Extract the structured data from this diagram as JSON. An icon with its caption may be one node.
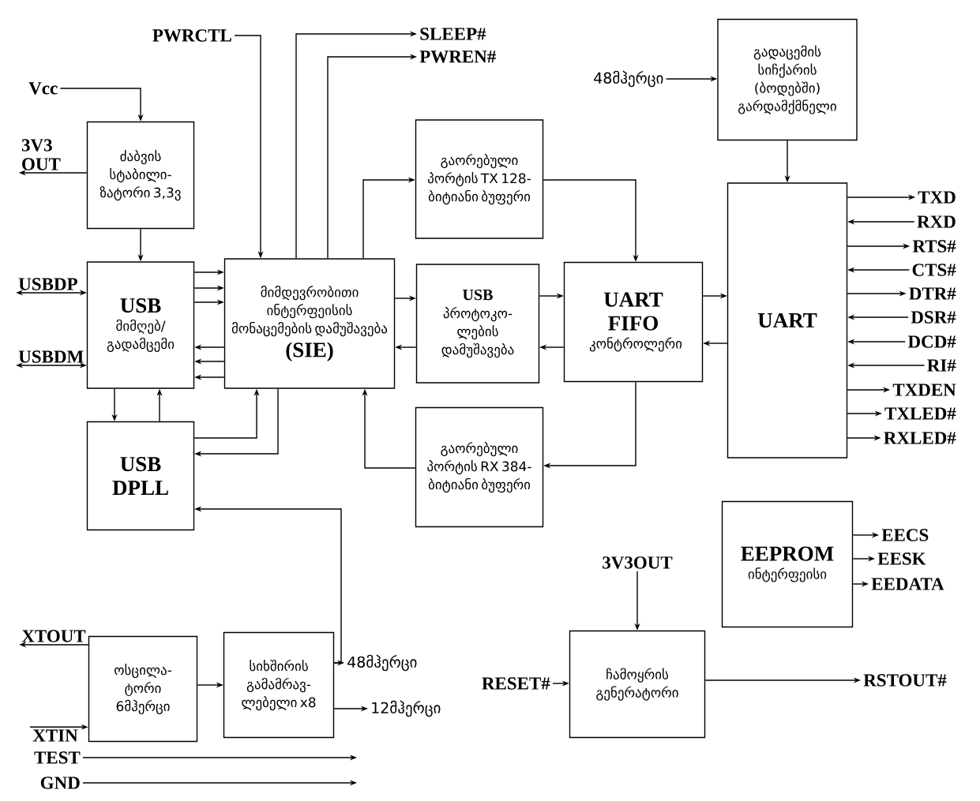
{
  "diagram": {
    "nodes": [
      {
        "text": [
          "PWRCTL"
        ]
      },
      {
        "text": [
          "SLEEP#"
        ]
      },
      {
        "text": [
          "PWREN#"
        ]
      },
      {
        "text": [
          "გადაცემის სიჩქარის (ბოდებში) გარდამქმნელი"
        ]
      },
      {
        "text": [
          "48მჰერცი"
        ]
      },
      {
        "text": [
          "Vcc"
        ]
      },
      {
        "text": [
          "3V3 OUT"
        ]
      },
      {
        "text": [
          "ძაბვის სტაბილი- ზატორი 3,3ვ"
        ]
      },
      {
        "text": [
          "გაორებული პორტის TX 128-ბიტიანი ბუფერი"
        ]
      },
      {
        "text": [
          "UART"
        ]
      },
      {
        "text": [
          "TXD"
        ]
      },
      {
        "text": [
          "RXD"
        ]
      },
      {
        "text": [
          "RTS#"
        ]
      },
      {
        "text": [
          "USB",
          "მიმღებ/ გადამცემი"
        ]
      },
      {
        "text": [
          "მიმდევრობითი ინტერფეისის მონაცემების დამუშავება",
          "(SIE)"
        ]
      },
      {
        "text": [
          "USB",
          "პროტოკო- ლების დამუშავება"
        ]
      },
      {
        "text": [
          "UART FIFO",
          "კონტროლერი"
        ]
      },
      {
        "text": [
          "CTS#"
        ]
      },
      {
        "text": [
          "DTR#"
        ]
      },
      {
        "text": [
          "DSR#"
        ]
      },
      {
        "text": [
          "DCD#"
        ]
      },
      {
        "text": [
          "RI#"
        ]
      },
      {
        "text": [
          "TXDEN"
        ]
      },
      {
        "text": [
          "TXLED#"
        ]
      },
      {
        "text": [
          "RXLED#"
        ]
      },
      {
        "text": [
          "USBDP"
        ]
      },
      {
        "text": [
          "USBDM"
        ]
      },
      {
        "text": [
          "გაორებული პორტის RX 384-ბიტიანი ბუფერი"
        ]
      },
      {
        "text": [
          "USB DPLL"
        ]
      },
      {
        "text": [
          "EEPROM",
          "ინტერფეისი"
        ]
      },
      {
        "text": [
          "EECS"
        ]
      },
      {
        "text": [
          "EESK"
        ]
      },
      {
        "text": [
          "EEDATA"
        ]
      },
      {
        "text": [
          "3V3OUT"
        ]
      },
      {
        "text": [
          "XTOUT"
        ]
      },
      {
        "text": [
          "ოსცილა- ტორი 6მჰერცი"
        ]
      },
      {
        "text": [
          "სიხშირის გამამრავ- ლებელი x8"
        ]
      },
      {
        "text": [
          "48მჰერცი"
        ]
      },
      {
        "text": [
          "RESET#"
        ]
      },
      {
        "text": [
          "ჩამოყრის გენერატორი"
        ]
      },
      {
        "text": [
          "RSTOUT#"
        ]
      },
      {
        "text": [
          "12მჰერცი"
        ]
      },
      {
        "text": [
          "XTIN"
        ]
      },
      {
        "text": [
          "TEST"
        ]
      },
      {
        "text": [
          "GND"
        ]
      }
    ],
    "edges": [
      {
        "from": 0,
        "to": 14,
        "arrow": "to"
      },
      {
        "from": 14,
        "to": 1,
        "arrow": "to"
      },
      {
        "from": 14,
        "to": 2,
        "arrow": "to"
      },
      {
        "from": 14,
        "to": 8,
        "arrow": "to"
      },
      {
        "from": 4,
        "to": 3,
        "arrow": "to"
      },
      {
        "from": 3,
        "to": 9,
        "arrow": "to"
      },
      {
        "from": 5,
        "to": 7,
        "arrow": "to"
      },
      {
        "from": 7,
        "to": 6,
        "arrow": "to"
      },
      {
        "from": 7,
        "to": 13,
        "arrow": "to"
      },
      {
        "from": 8,
        "to": 16,
        "arrow": "to"
      },
      {
        "from": 25,
        "to": 13,
        "arrow": "both"
      },
      {
        "from": 26,
        "to": 13,
        "arrow": "both"
      },
      {
        "from": 13,
        "to": 14,
        "arrow": "to"
      },
      {
        "from": 13,
        "to": 14,
        "arrow": "to"
      },
      {
        "from": 13,
        "to": 14,
        "arrow": "to"
      },
      {
        "from": 14,
        "to": 13,
        "arrow": "to"
      },
      {
        "from": 14,
        "to": 13,
        "arrow": "to"
      },
      {
        "from": 14,
        "to": 13,
        "arrow": "to"
      },
      {
        "from": 14,
        "to": 15,
        "arrow": "to"
      },
      {
        "from": 15,
        "to": 14,
        "arrow": "to"
      },
      {
        "from": 15,
        "to": 16,
        "arrow": "to"
      },
      {
        "from": 16,
        "to": 15,
        "arrow": "to"
      },
      {
        "from": 16,
        "to": 9,
        "arrow": "to"
      },
      {
        "from": 9,
        "to": 16,
        "arrow": "to"
      },
      {
        "from": 9,
        "to": 10,
        "arrow": "to"
      },
      {
        "from": 11,
        "to": 9,
        "arrow": "to"
      },
      {
        "from": 9,
        "to": 12,
        "arrow": "to"
      },
      {
        "from": 17,
        "to": 9,
        "arrow": "to"
      },
      {
        "from": 9,
        "to": 18,
        "arrow": "to"
      },
      {
        "from": 19,
        "to": 9,
        "arrow": "to"
      },
      {
        "from": 20,
        "to": 9,
        "arrow": "to"
      },
      {
        "from": 21,
        "to": 9,
        "arrow": "to"
      },
      {
        "from": 9,
        "to": 22,
        "arrow": "to"
      },
      {
        "from": 9,
        "to": 23,
        "arrow": "to"
      },
      {
        "from": 9,
        "to": 24,
        "arrow": "to"
      },
      {
        "from": 16,
        "to": 27,
        "arrow": "to"
      },
      {
        "from": 27,
        "to": 14,
        "arrow": "to"
      },
      {
        "from": 13,
        "to": 28,
        "arrow": "to"
      },
      {
        "from": 28,
        "to": 13,
        "arrow": "to"
      },
      {
        "from": 28,
        "to": 14,
        "arrow": "to"
      },
      {
        "from": 14,
        "to": 28,
        "arrow": "to"
      },
      {
        "from": 36,
        "to": 28,
        "arrow": "to"
      },
      {
        "from": 29,
        "to": 30,
        "arrow": "to"
      },
      {
        "from": 29,
        "to": 31,
        "arrow": "to"
      },
      {
        "from": 29,
        "to": 32,
        "arrow": "to"
      },
      {
        "from": 33,
        "to": 39,
        "arrow": "to"
      },
      {
        "from": 35,
        "to": 34,
        "arrow": "to"
      },
      {
        "from": 42,
        "to": 35,
        "arrow": "to"
      },
      {
        "from": 35,
        "to": 36,
        "arrow": "to"
      },
      {
        "from": 36,
        "to": 37,
        "arrow": "to"
      },
      {
        "from": 36,
        "to": 41,
        "arrow": "to"
      },
      {
        "from": 38,
        "to": 39,
        "arrow": "to"
      },
      {
        "from": 39,
        "to": 40,
        "arrow": "to"
      },
      {
        "from": 43,
        "to": null,
        "arrow": "to"
      },
      {
        "from": 44,
        "to": null,
        "arrow": "to"
      }
    ]
  }
}
